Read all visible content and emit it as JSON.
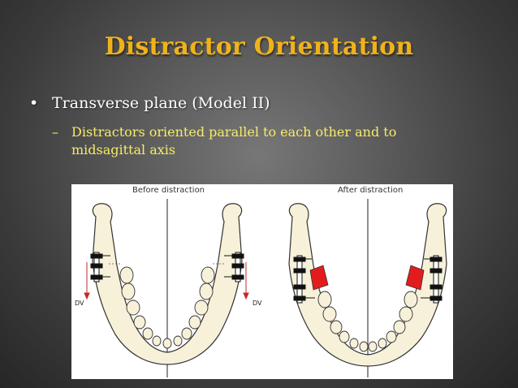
{
  "slide": {
    "title": "Distractor Orientation",
    "bullets": [
      {
        "text": "Transverse plane (Model II)",
        "sub": [
          {
            "text": "Distractors  oriented parallel to each other and to midsagittal axis"
          }
        ]
      }
    ]
  },
  "figure": {
    "caption_before": "Before distraction",
    "caption_after": "After distraction",
    "dv_label": "DV",
    "colors": {
      "bone": "#f7f1d9",
      "outline": "#333333",
      "distraction_gap": "#e21c1c",
      "arrow": "#c62828"
    }
  }
}
